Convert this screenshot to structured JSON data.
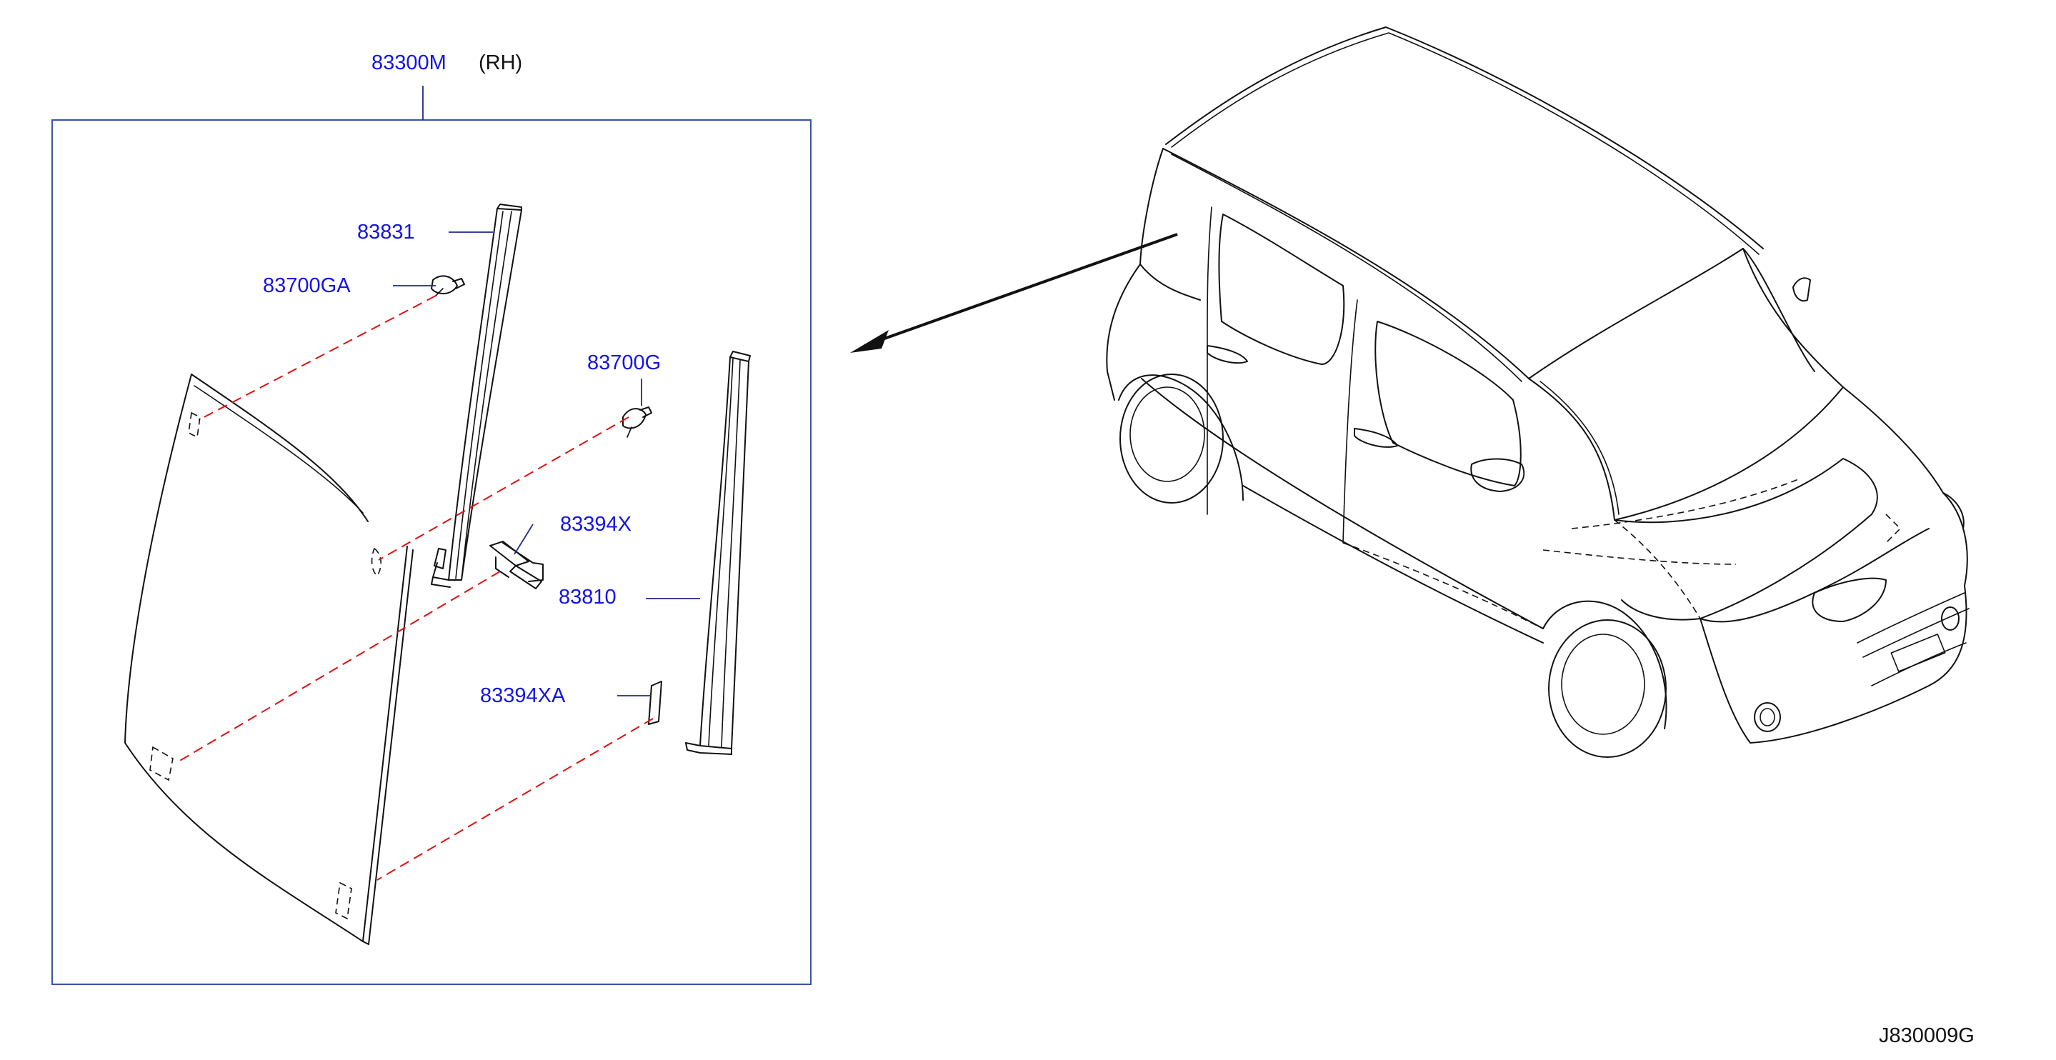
{
  "diagram": {
    "assembly_label": "83300M",
    "side_label": "(RH)",
    "parts": [
      {
        "id": "part-83831",
        "label": "83831"
      },
      {
        "id": "part-83700ga",
        "label": "83700GA"
      },
      {
        "id": "part-83700g",
        "label": "83700G"
      },
      {
        "id": "part-83394x",
        "label": "83394X"
      },
      {
        "id": "part-83810",
        "label": "83810"
      },
      {
        "id": "part-83394xa",
        "label": "83394XA"
      }
    ],
    "figure_code": "J830009G",
    "colors": {
      "label": "#1414e6",
      "frame": "#3a52a6",
      "leader": "#1e2a8a",
      "guide_line": "#e01010",
      "outline": "#111111"
    }
  }
}
